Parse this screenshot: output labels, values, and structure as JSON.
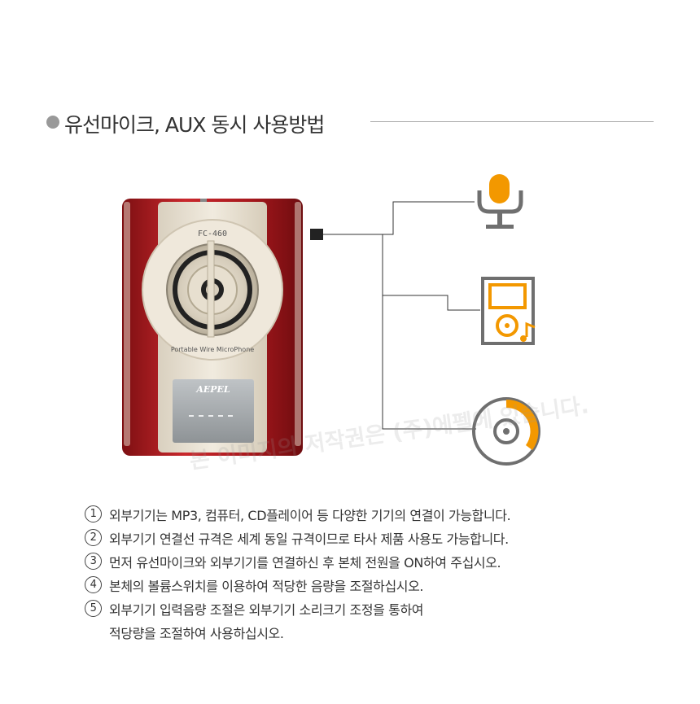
{
  "heading": {
    "title": "유선마이크, AUX 동시 사용방법"
  },
  "device": {
    "model": "FC-460",
    "subtitle": "Portable Wire MicroPhone",
    "brand": "AEPEL",
    "colors": {
      "body": "#b01d22",
      "face": "#e8e1d2",
      "accent": "#f39800"
    }
  },
  "diagram": {
    "icons": [
      "microphone-icon",
      "mp3-player-icon",
      "cd-icon"
    ]
  },
  "watermark": "본 이미지의 저작권은 (주)에펠에 있습니다.",
  "notes": [
    {
      "num": "1",
      "text": "외부기기는 MP3, 컴퓨터, CD플레이어 등 다양한 기기의 연결이 가능합니다."
    },
    {
      "num": "2",
      "text": "외부기기 연결선 규격은 세계 동일 규격이므로 타사 제품 사용도 가능합니다."
    },
    {
      "num": "3",
      "text": "먼저 유선마이크와 외부기기를 연결하신 후 본체 전원을 ON하여 주십시오."
    },
    {
      "num": "4",
      "text": "본체의 볼륨스위치를 이용하여 적당한 음량을 조절하십시오."
    },
    {
      "num": "5",
      "text": "외부기기 입력음량 조절은 외부기기 소리크기 조정을 통하여"
    }
  ],
  "notes_continuation": "적당량을 조절하여 사용하십시오."
}
